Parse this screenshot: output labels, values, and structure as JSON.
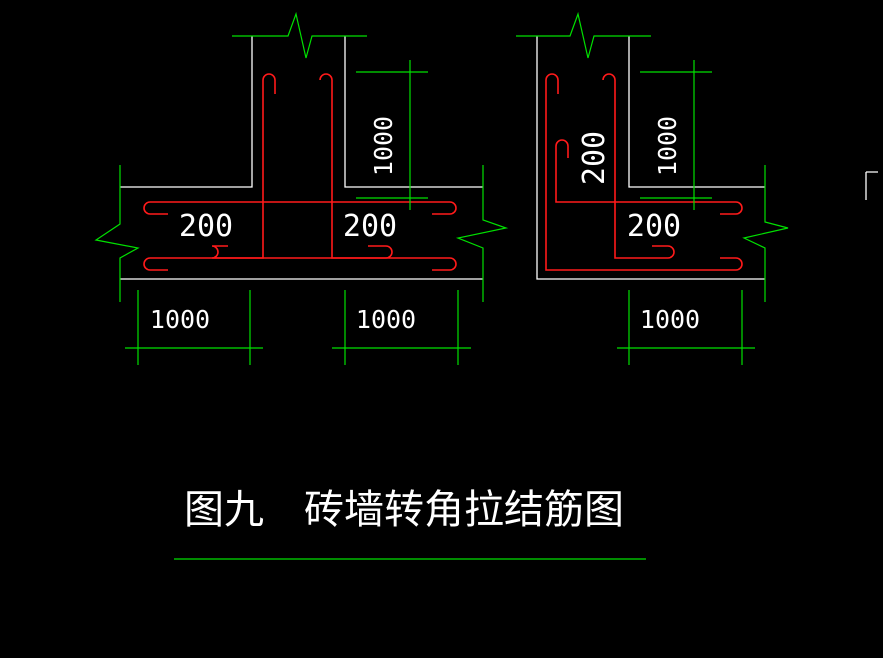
{
  "title": "图九　砖墙转角拉结筋图",
  "left_detail": {
    "wall_label_left": "200",
    "wall_label_right": "200",
    "vertical_dim": "1000",
    "bottom_dim_left": "1000",
    "bottom_dim_right": "1000"
  },
  "right_detail": {
    "wall_label_vertical": "200",
    "wall_label_horizontal": "200",
    "vertical_dim": "1000",
    "bottom_dim": "1000"
  },
  "colors": {
    "background": "#000000",
    "wall_outline": "#ffffff",
    "dimension": "#00e000",
    "rebar": "#ff1a1a"
  }
}
